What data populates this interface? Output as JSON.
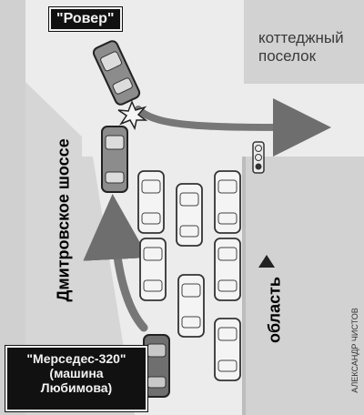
{
  "labels": {
    "rover": "\"Ровер\"",
    "cottage_line1": "коттеджный",
    "cottage_line2": "поселок",
    "highway": "Дмитровское шоссе",
    "oblast": "область",
    "mercedes": "\"Мерседес-320\"",
    "mercedes_note_line1": "(машина",
    "mercedes_note_line2": "Любимова)",
    "credit": "АЛЕКСАНДР ЧИСТОВ"
  },
  "colors": {
    "background": "#d9d9d9",
    "road": "#ececec",
    "car_body": "#8c8c8c",
    "arrow": "#7a7a7a",
    "text": "#111111"
  },
  "icons": [
    "traffic-light-icon",
    "collision-burst-icon",
    "car-icon",
    "direction-arrow-icon"
  ]
}
